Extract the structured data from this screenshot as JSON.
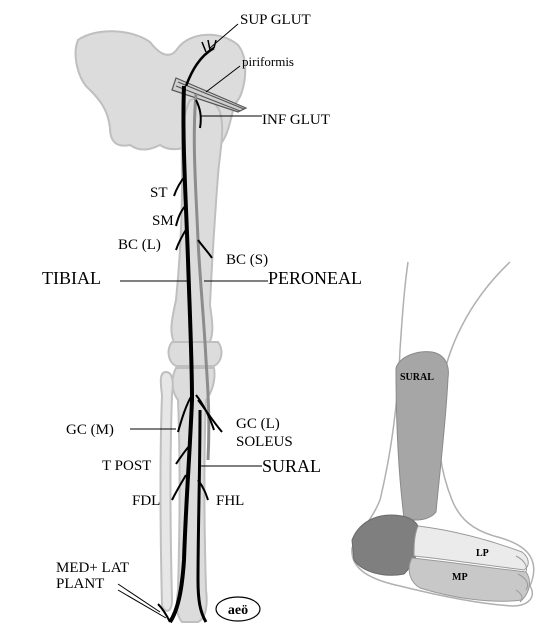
{
  "labels": {
    "sup_glut": "SUP GLUT",
    "piriformis": "piriformis",
    "inf_glut": "INF GLUT",
    "st": "ST",
    "sm": "SM",
    "bc_l": "BC (L)",
    "bc_s": "BC (S)",
    "tibial": "TIBIAL",
    "peroneal": "PERONEAL",
    "gc_m": "GC (M)",
    "gc_l": "GC (L)",
    "soleus": "SOLEUS",
    "t_post": "T POST",
    "sural": "SURAL",
    "fdl": "FDL",
    "fhl": "FHL",
    "med_lat_plant_1": "MED+ LAT",
    "med_lat_plant_2": "PLANT",
    "signature": "aeö"
  },
  "foot_regions": {
    "sural": "SURAL",
    "lp": "LP",
    "mp": "MP"
  },
  "colors": {
    "bone": "#d9d9d9",
    "bone_edge": "#bdbdbd",
    "nerve_main": "#000000",
    "nerve_peroneal": "#8c8c8c",
    "foot_outline": "#b0b0b0",
    "sural_region": "#a6a6a6",
    "heel_region": "#7f7f7f",
    "lp_region": "#ebebeb",
    "mp_region": "#c8c8c8"
  }
}
